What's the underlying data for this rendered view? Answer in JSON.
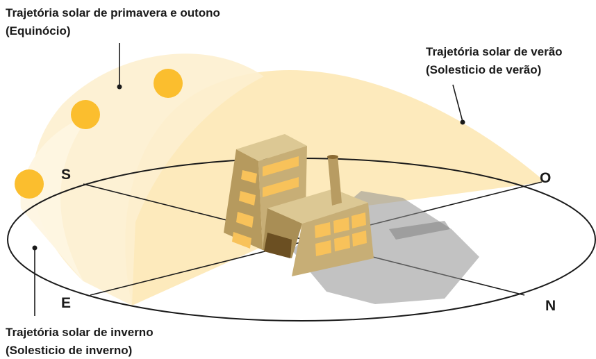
{
  "labels": {
    "equinox": {
      "line1": "Trajetória solar de primavera e outono",
      "line2": "(Equinócio)"
    },
    "summer": {
      "line1": "Trajetória solar de verão",
      "line2": "(Solesticio de verão)"
    },
    "winter": {
      "line1": "Trajetória solar de inverno",
      "line2": "(Solesticio de inverno)"
    }
  },
  "directions": {
    "south": "S",
    "west": "O",
    "east": "E",
    "north": "N"
  },
  "icons": [
    "sun-icon",
    "factory-icon",
    "chimney-icon"
  ],
  "colors": {
    "sun": "#fbbe2e",
    "path_fill": "#fde9b8",
    "building_wall": "#c7ae76",
    "building_roof": "#dcc894",
    "window": "#f8c25a",
    "shadow": "#9a9a9a",
    "outline": "#1a1a1a"
  }
}
